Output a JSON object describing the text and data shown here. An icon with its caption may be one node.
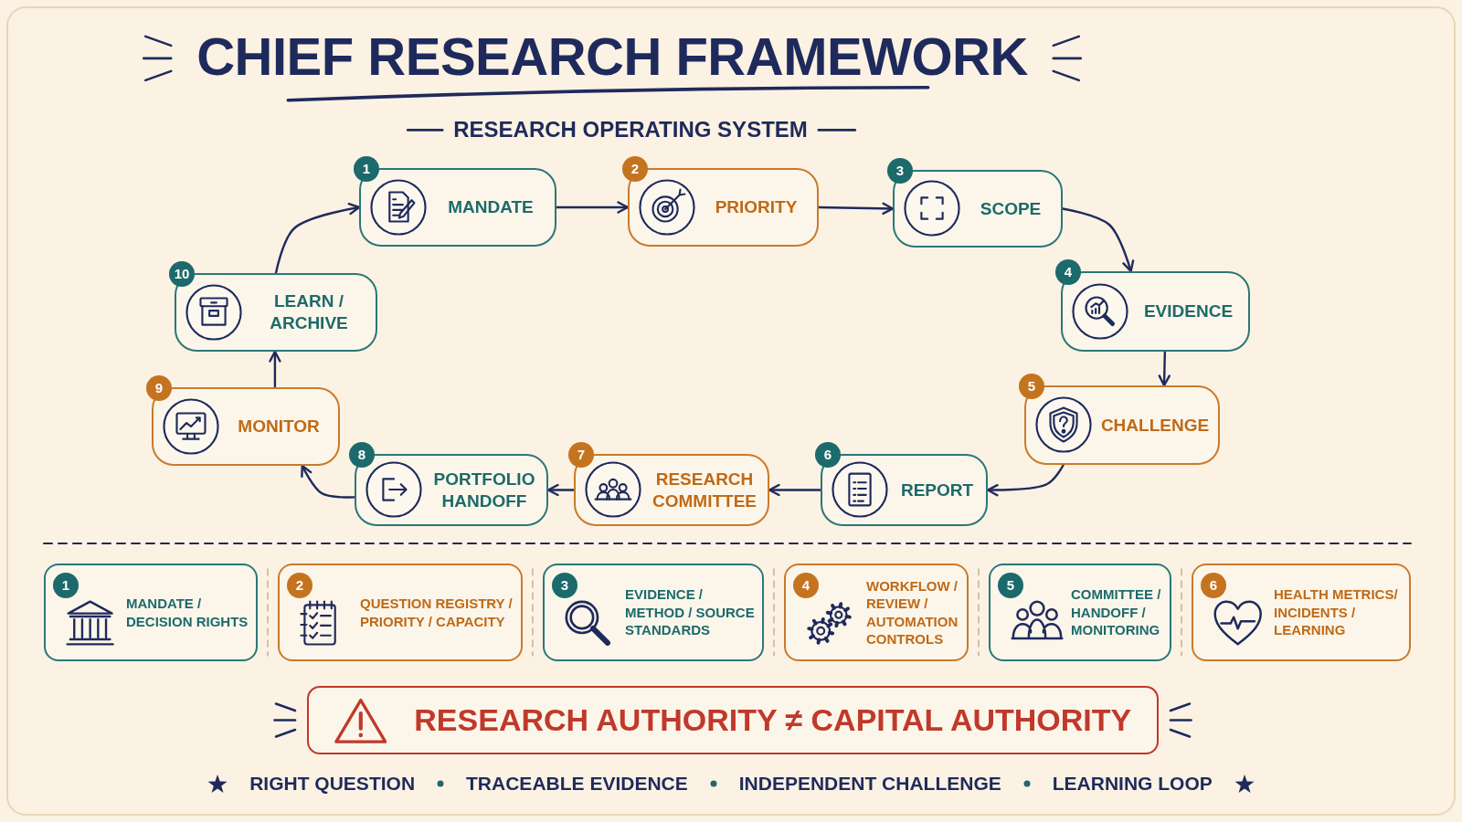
{
  "diagram": {
    "title": "CHIEF RESEARCH FRAMEWORK",
    "nodes": [
      {
        "text": [
          "1",
          "MANDATE"
        ]
      },
      {
        "text": [
          "2",
          "PRIORITY"
        ]
      },
      {
        "text": [
          "3",
          "SCOPE"
        ]
      },
      {
        "text": [
          "4",
          "EVIDENCE"
        ]
      },
      {
        "text": [
          "5",
          "CHALLENGE"
        ]
      },
      {
        "text": [
          "6",
          "REPORT"
        ]
      },
      {
        "text": [
          "7",
          "RESEARCH COMMITTEE"
        ]
      },
      {
        "text": [
          "8",
          "PORTFOLIO HANDOFF"
        ]
      },
      {
        "text": [
          "9",
          "MONITOR"
        ]
      },
      {
        "text": [
          "10",
          "LEARN / ARCHIVE"
        ]
      },
      {
        "text": [
          "1",
          "MANDATE / DECISION RIGHTS"
        ]
      },
      {
        "text": [
          "2",
          "QUESTION REGISTRY / PRIORITY / CAPACITY"
        ]
      },
      {
        "text": [
          "3",
          "EVIDENCE / METHOD / SOURCE STANDARDS"
        ]
      },
      {
        "text": [
          "4",
          "WORKFLOW / REVIEW / AUTOMATION CONTROLS"
        ]
      },
      {
        "text": [
          "5",
          "COMMITTEE / HANDOFF / MONITORING"
        ]
      },
      {
        "text": [
          "6",
          "HEALTH METRICS/ INCIDENTS / LEARNING"
        ]
      },
      {
        "text": [
          "RESEARCH AUTHORITY ≠ CAPITAL AUTHORITY"
        ]
      }
    ],
    "edges": [
      {
        "from": 0,
        "to": 1,
        "arrow": "to"
      },
      {
        "from": 1,
        "to": 2,
        "arrow": "to"
      },
      {
        "from": 2,
        "to": 3,
        "arrow": "to"
      },
      {
        "from": 3,
        "to": 4,
        "arrow": "to"
      },
      {
        "from": 4,
        "to": 5,
        "arrow": "to"
      },
      {
        "from": 5,
        "to": 6,
        "arrow": "to"
      },
      {
        "from": 6,
        "to": 7,
        "arrow": "to"
      },
      {
        "from": 7,
        "to": 8,
        "arrow": "to"
      },
      {
        "from": 8,
        "to": 9,
        "arrow": "to"
      },
      {
        "from": 9,
        "to": 0,
        "arrow": "to"
      }
    ],
    "labels": [
      "RESEARCH OPERATING SYSTEM",
      "RIGHT QUESTION",
      "TRACEABLE EVIDENCE",
      "INDEPENDENT CHALLENGE",
      "LEARNING LOOP"
    ]
  }
}
